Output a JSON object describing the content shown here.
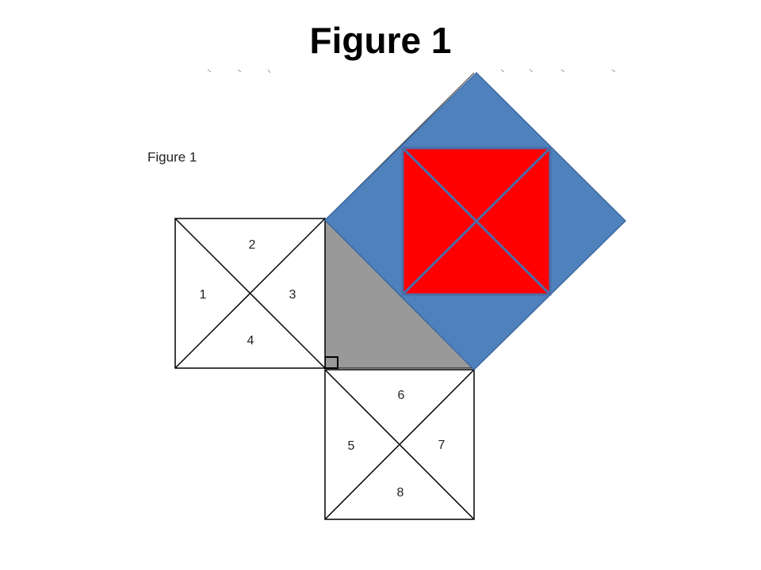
{
  "title": "Figure 1",
  "inner_label": "Figure 1",
  "square_left": {
    "labels": [
      "1",
      "2",
      "3",
      "4"
    ]
  },
  "square_bottom": {
    "labels": [
      "5",
      "6",
      "7",
      "8"
    ]
  },
  "colors": {
    "hypotenuse_square": "#4f81bd",
    "inner_square": "#ff0000",
    "triangle": "#999999",
    "lines": "#000000",
    "overlay_lines": "#4a6da8"
  }
}
